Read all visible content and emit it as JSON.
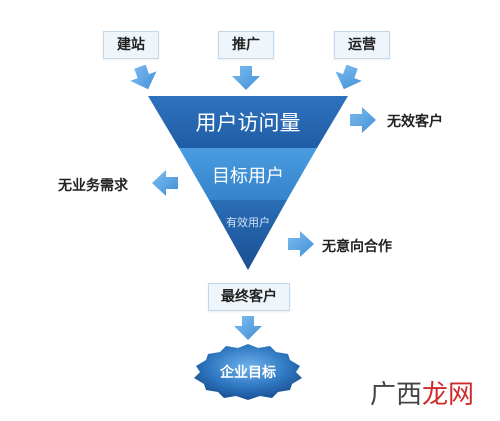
{
  "sources": [
    "建站",
    "推广",
    "运营"
  ],
  "funnel": {
    "top": "用户访问量",
    "middle": "目标用户",
    "bottom": "有效用户"
  },
  "side_outputs": {
    "right_top": "无效客户",
    "left_middle": "无业务需求",
    "right_bottom": "无意向合作"
  },
  "result_box": "最终客户",
  "goal": "企业目标",
  "watermark": {
    "prefix": "广西",
    "brand": "龙网"
  },
  "colors": {
    "funnel_top": "#2a67b0",
    "funnel_middle": "#3d8ed4",
    "funnel_bottom": "#1e5fa6",
    "arrow": "#5aa3e0",
    "goal_fill": "#2a6fb8"
  }
}
